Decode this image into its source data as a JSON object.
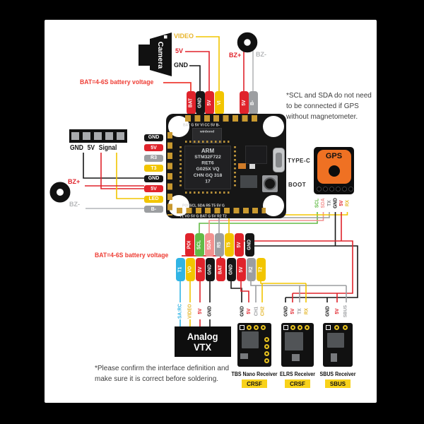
{
  "palette": {
    "red": "#e0232b",
    "yellow": "#f2c500",
    "gold": "#c9992f",
    "green": "#62bb46",
    "pink": "#f2918f",
    "gray": "#9c9ea1",
    "cyan": "#30b4e5",
    "black": "#161616",
    "orange": "#ef7123",
    "badge_yellow": "#f8d21a",
    "note_red": "#ee3d34",
    "panel": "#ffffff",
    "frame": "#000000"
  },
  "notes": {
    "bat_top": "BAT=4-6S battery voltage",
    "bat_bottom": "BAT=4-6S battery voltage",
    "scl": "*SCL and SDA do not need to be connected if GPS without magnetometer.",
    "solder": "*Please confirm the interface definition and make sure it is correct before soldering."
  },
  "camera": {
    "label": "Camera",
    "wires": [
      "VIDEO",
      "5V",
      "GND"
    ]
  },
  "buzzer_top": {
    "pos": "BZ+",
    "neg": "BZ-"
  },
  "buzzer_left": {
    "pos": "BZ+",
    "neg": "BZ-"
  },
  "top_pins": [
    "BAT",
    "GND",
    "5V",
    "VI",
    "5V",
    "B-"
  ],
  "strip_label": "GND 5V Signal",
  "left_pins": [
    "GND",
    "5V",
    "R3",
    "T3",
    "GND",
    "5V",
    "LED",
    "B-"
  ],
  "board": {
    "silk_top": "BAT G 5V VI CC 5V B-",
    "flash_chip": "winbond",
    "mcu": [
      "ARM",
      "STM32F722",
      "RET6",
      "G025X VQ",
      "CHN GQ 318",
      "17"
    ],
    "silk_mid": "POI SCL SDA R5 T5 5V G",
    "silk_bottom": "T1 VO 5V G BAT G 5V R2 T2",
    "typec": "TYPE-C",
    "boot": "BOOT"
  },
  "gps": {
    "label": "GPS",
    "pins": [
      "SCL",
      "SDA",
      "TX",
      "GND",
      "5V",
      "RX"
    ]
  },
  "uart_pins": [
    "POI",
    "SCL",
    "SDA",
    "R5",
    "T5",
    "5V",
    "GND"
  ],
  "bottom_pins": [
    "T1",
    "VO",
    "5V",
    "GND",
    "BAT",
    "GND",
    "5V",
    "R2",
    "T2"
  ],
  "vtx": {
    "line1": "Analog",
    "line2": "VTX",
    "pins": [
      "SA:RC",
      "VIDEO",
      "5V",
      "GND"
    ]
  },
  "receivers": [
    {
      "name": "TBS Nano Receiver",
      "badge": "CRSF",
      "pins": [
        "GND",
        "5V",
        "CH1",
        "CH2"
      ]
    },
    {
      "name": "ELRS Receiver",
      "badge": "CRSF",
      "pins": [
        "GND",
        "5V",
        "TX",
        "RX"
      ]
    },
    {
      "name": "SBUS Receiver",
      "badge": "SBUS",
      "pins": [
        "GND",
        "5V",
        "SBUS"
      ]
    }
  ]
}
